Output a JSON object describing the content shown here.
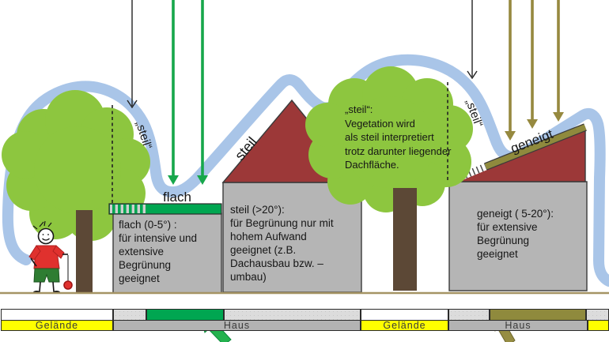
{
  "roof_labels": {
    "flach": "flach",
    "steil_quoted_left": "„steil“",
    "steil_roof": "steil",
    "steil_quoted_right": "„steil“",
    "geneigt": "geneigt"
  },
  "info_boxes": {
    "flach": {
      "lines": [
        "flach (0-5°) :",
        "für intensive und",
        "extensive",
        "Begrünung",
        "geeignet"
      ]
    },
    "steil": {
      "lines": [
        "steil (>20°):",
        "für Begrünung nur mit",
        "hohem Aufwand",
        "geeignet (z.B.",
        "Dachausbau bzw. –",
        "umbau)"
      ]
    },
    "geneigt": {
      "lines": [
        "geneigt ( 5-20°):",
        "für extensive",
        "Begrünung",
        "geeignet"
      ]
    }
  },
  "callout": {
    "lines": [
      "„steil“:",
      "Vegetation wird",
      "als steil interpretiert",
      "trotz darunter liegender",
      "Dachfläche."
    ]
  },
  "legend": {
    "gelaende_left": "Gelände",
    "haus_left": "Haus",
    "gelaende_right": "Gelände",
    "haus_right": "Haus"
  },
  "colors": {
    "silhouette_band": "#a9c5e8",
    "tree_green": "#8dc63f",
    "roof_green": "#00a651",
    "roof_red": "#9c3838",
    "roof_olive": "#8f8a3d",
    "house_gray": "#b5b5b5",
    "ground_yellow": "#ffff00",
    "trunk_brown": "#5c4836",
    "arrow_green": "#17a74b",
    "arrow_olive": "#96893f",
    "arrow_black": "#222222",
    "cursor_green": "#24b24e",
    "cursor_olive": "#968d43"
  }
}
